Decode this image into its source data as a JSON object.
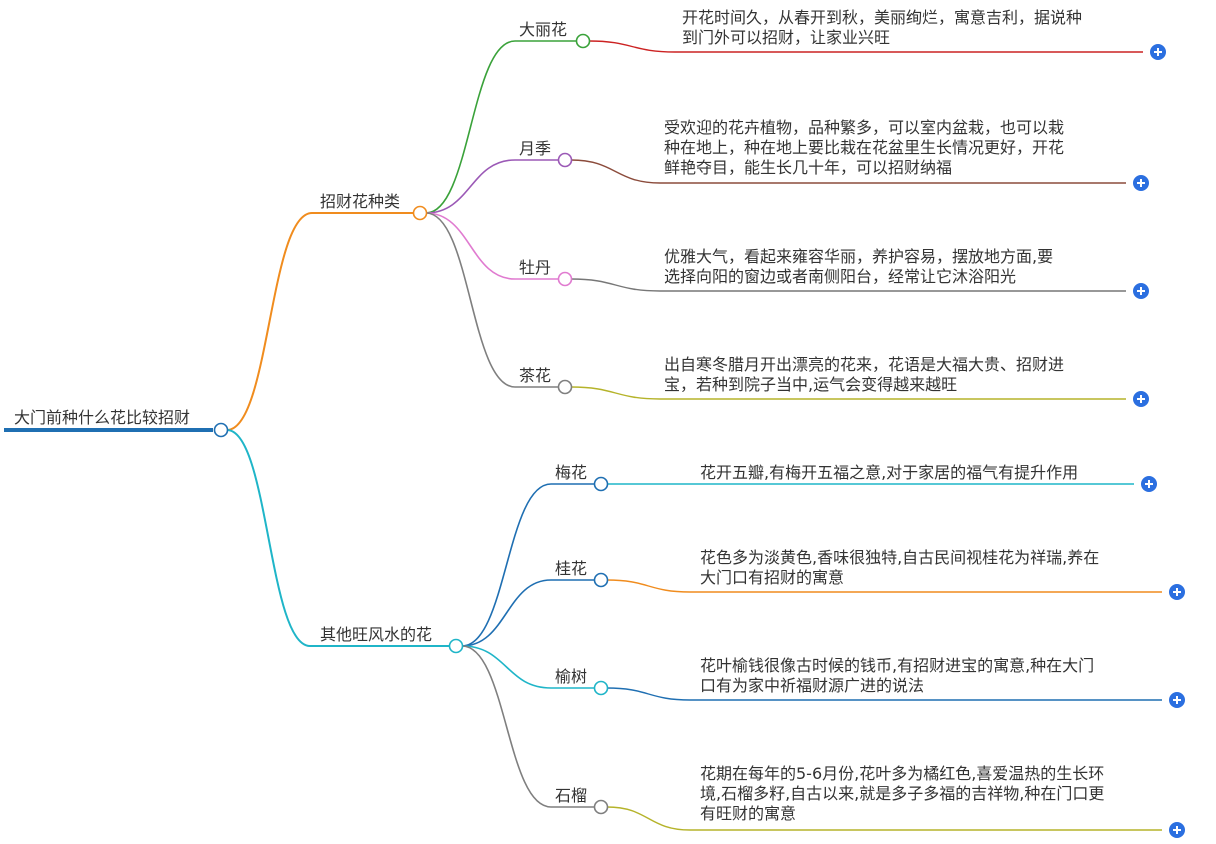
{
  "root": {
    "label": "大门前种什么花比较招财",
    "color": "#1f6fb2"
  },
  "branches": [
    {
      "label": "招财花种类",
      "color": "#f08c1e",
      "children": [
        {
          "label": "大丽花",
          "color": "#3aa23a",
          "underline": "#cc2222",
          "lines": [
            "开花时间久，从春开到秋，美丽绚烂，寓意吉利，据说种",
            "到门外可以招财，让家业兴旺"
          ]
        },
        {
          "label": "月季",
          "color": "#9b59b6",
          "underline": "#8b4b3b",
          "lines": [
            "受欢迎的花卉植物，品种繁多，可以室内盆栽，也可以栽",
            "种在地上，种在地上要比栽在花盆里生长情况更好，开花",
            "鲜艳夺目，能生长几十年，可以招财纳福"
          ]
        },
        {
          "label": "牡丹",
          "color": "#e07bd0",
          "underline": "#777777",
          "lines": [
            "优雅大气，看起来雍容华丽，养护容易，摆放地方面,要",
            "选择向阳的窗边或者南侧阳台，经常让它沐浴阳光"
          ]
        },
        {
          "label": "茶花",
          "color": "#7f7f7f",
          "underline": "#b5b32a",
          "lines": [
            "出自寒冬腊月开出漂亮的花来，花语是大福大贵、招财进",
            "宝，若种到院子当中,运气会变得越来越旺"
          ]
        }
      ]
    },
    {
      "label": "其他旺风水的花",
      "color": "#1fb5c8",
      "children": [
        {
          "label": "梅花",
          "color": "#1f6fb2",
          "underline": "#1fb5c8",
          "lines": [
            "花开五瓣,有梅开五福之意,对于家居的福气有提升作用"
          ]
        },
        {
          "label": "桂花",
          "color": "#1f6fb2",
          "underline": "#f08c1e",
          "lines": [
            "花色多为淡黄色,香味很独特,自古民间视桂花为祥瑞,养在",
            "大门口有招财的寓意"
          ]
        },
        {
          "label": "榆树",
          "color": "#1fb5c8",
          "underline": "#1f6fb2",
          "lines": [
            "花叶榆钱很像古时候的钱币,有招财进宝的寓意,种在大门",
            "口有为家中祈福财源广进的说法"
          ]
        },
        {
          "label": "石榴",
          "color": "#7f7f7f",
          "underline": "#b5b32a",
          "lines": [
            "花期在每年的5-6月份,花叶多为橘红色,喜爱温热的生长环",
            "境,石榴多籽,自古以来,就是多子多福的吉祥物,种在门口更",
            "有旺财的寓意"
          ]
        }
      ]
    }
  ],
  "icons": {
    "expand": "plus-circle-icon",
    "node": "circle-node-icon"
  },
  "accent": "#2b6fe0"
}
